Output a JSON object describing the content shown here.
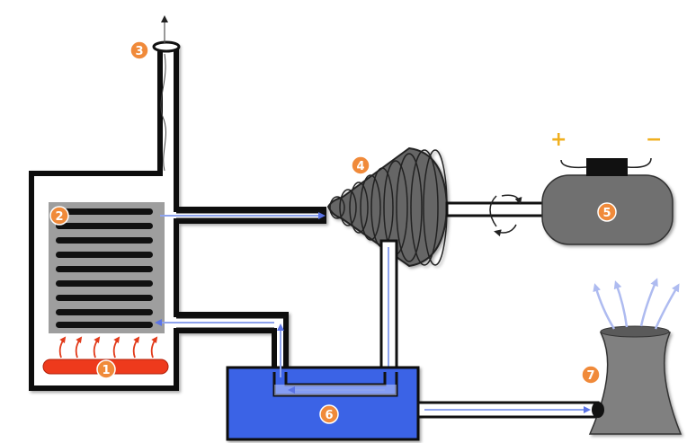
{
  "markers": {
    "m1": "1",
    "m2": "2",
    "m3": "3",
    "m4": "4",
    "m5": "5",
    "m6": "6",
    "m7": "7"
  },
  "terminals": {
    "plus": "+",
    "minus": "−"
  },
  "colors": {
    "marker": "#f08a3a",
    "flow": "#8ea3ee",
    "burner": "#ee3a1c",
    "heat_arrow": "#e23a1a",
    "condenser": "#3a64e6",
    "turbine": "#666666",
    "generator": "#6f6f6f",
    "tower": "#808080",
    "boiler_coils": "#9e9e9e",
    "terminal_sign": "#f0b020"
  }
}
